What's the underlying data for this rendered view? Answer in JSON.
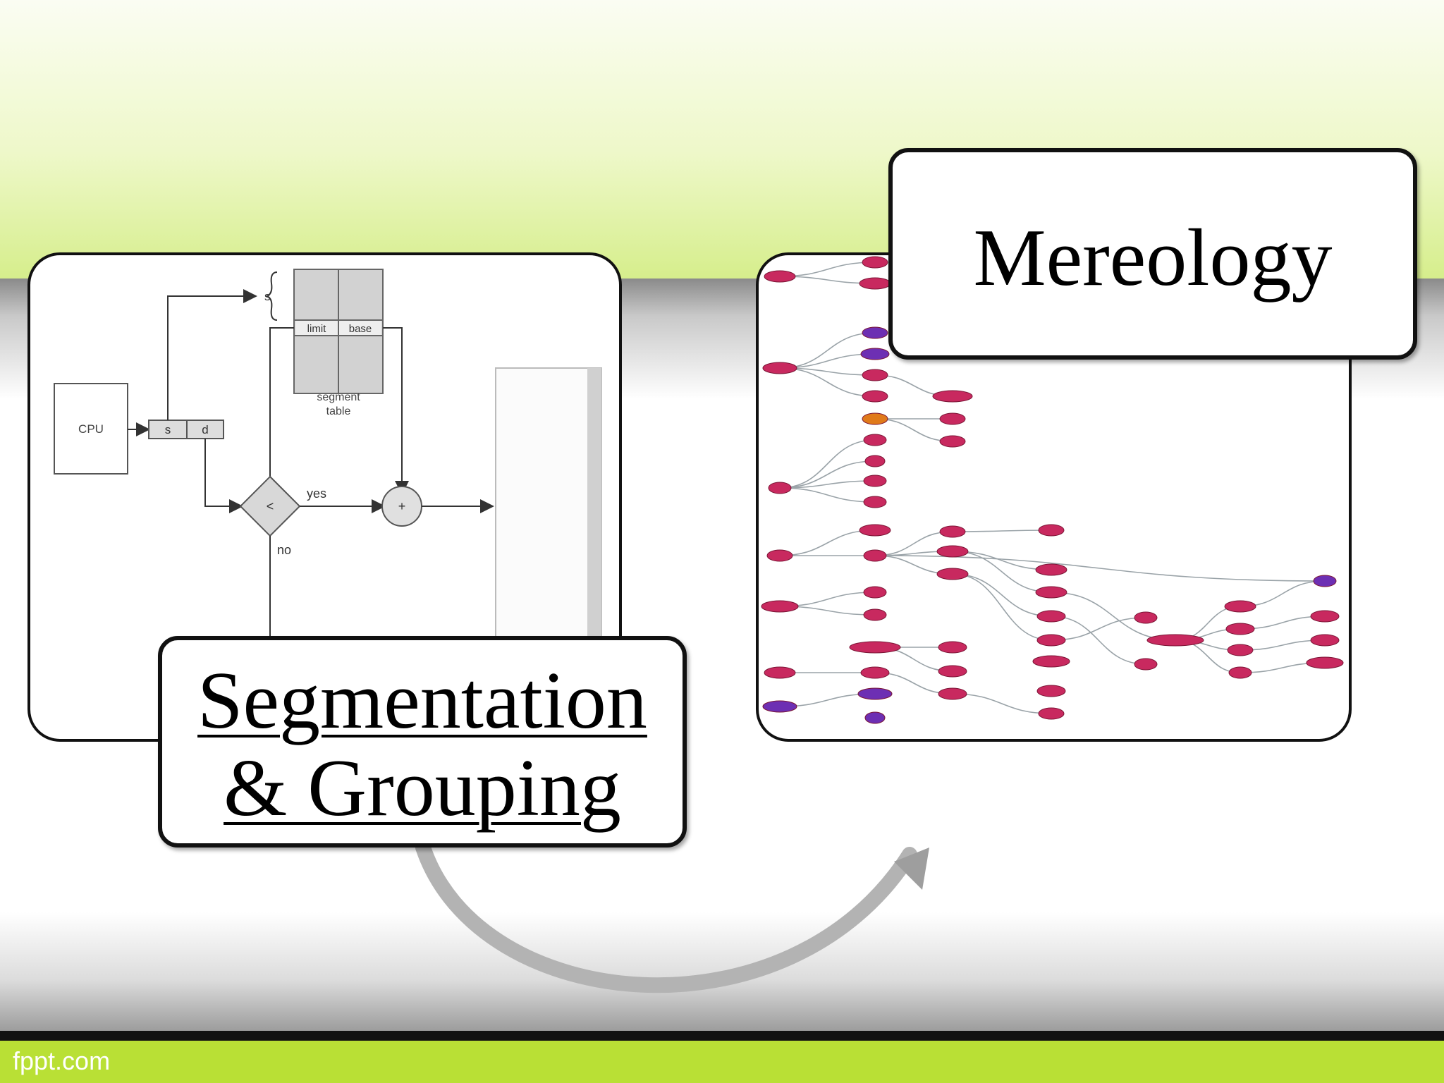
{
  "slide": {
    "right_label": "Mereology",
    "left_label_line1": "Segmentation",
    "left_label_line2": "& Grouping",
    "footer": "fppt.com"
  },
  "diagram": {
    "cpu": "CPU",
    "s": "s",
    "d": "d",
    "limit": "limit",
    "base": "base",
    "s_brace": "s",
    "table_caption_1": "segment",
    "table_caption_2": "table",
    "less": "<",
    "plus": "+",
    "yes": "yes",
    "no": "no"
  },
  "colors": {
    "accent_green": "#b9e035",
    "node_pink": "#c8295f",
    "node_purple": "#6d2fb3",
    "node_orange": "#e07a1a"
  },
  "icons": {
    "arrow": "curved-arrow-icon"
  }
}
